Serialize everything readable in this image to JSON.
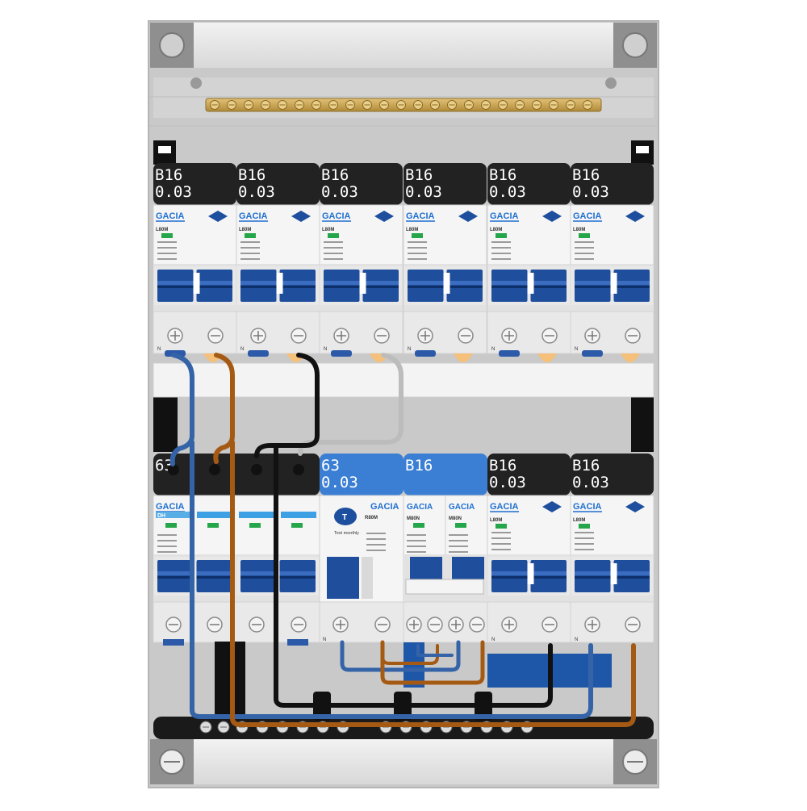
{
  "brand": "GACIA",
  "row1": {
    "breakers": [
      {
        "label_line1": "B16",
        "label_line2": "0.03",
        "model": "L80M"
      },
      {
        "label_line1": "B16",
        "label_line2": "0.03",
        "model": "L80M"
      },
      {
        "label_line1": "B16",
        "label_line2": "0.03",
        "model": "L80M"
      },
      {
        "label_line1": "B16",
        "label_line2": "0.03",
        "model": "L80M"
      },
      {
        "label_line1": "B16",
        "label_line2": "0.03",
        "model": "L80M"
      },
      {
        "label_line1": "B16",
        "label_line2": "0.03",
        "model": "L80M"
      }
    ]
  },
  "row2": {
    "main_switch": {
      "label": "63",
      "tag": "DH"
    },
    "rcd": {
      "label_line1": "63",
      "label_line2": "0.03",
      "model": "R80M",
      "test_text": "Test monthly"
    },
    "m80n_group": {
      "label": "B16",
      "model": "M80N"
    },
    "breakers": [
      {
        "label_line1": "B16",
        "label_line2": "0.03",
        "model": "L80M"
      },
      {
        "label_line1": "B16",
        "label_line2": "0.03",
        "model": "L80M"
      }
    ]
  },
  "terminal_letter": "N",
  "colors": {
    "label_dark": "#222222",
    "label_blue": "#3b7fd4",
    "handle_blue": "#1f4e9c",
    "wire_blue": "#3563a8",
    "wire_brown": "#a55a14",
    "wire_black": "#111111",
    "wire_grey": "#bcbcbc",
    "busbar_brass": "#c8a24a"
  }
}
